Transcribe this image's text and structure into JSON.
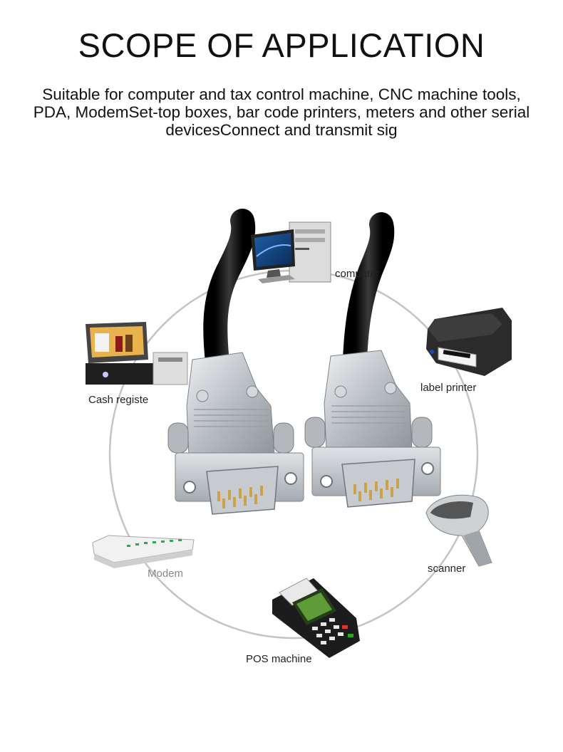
{
  "heading": "SCOPE OF APPLICATION",
  "description": "Suitable for computer and tax control machine, CNC machine tools, PDA, ModemSet-top boxes, bar code printers, meters and other serial devicesConnect and transmit sig",
  "devices": {
    "computer": "computer",
    "label_printer": "label printer",
    "cash_register": "Cash registe",
    "modem": "Modem",
    "scanner": "scanner",
    "pos_machine": "POS machine"
  },
  "colors": {
    "ring": "#bdbdbd",
    "connector_metal": "#c8ccd0",
    "cable": "#1a1a1a",
    "pins": "#c9a24a"
  },
  "icons": [
    "computer-icon",
    "label-printer-icon",
    "cash-register-icon",
    "modem-icon",
    "scanner-icon",
    "pos-machine-icon",
    "db9-connector-icon"
  ]
}
